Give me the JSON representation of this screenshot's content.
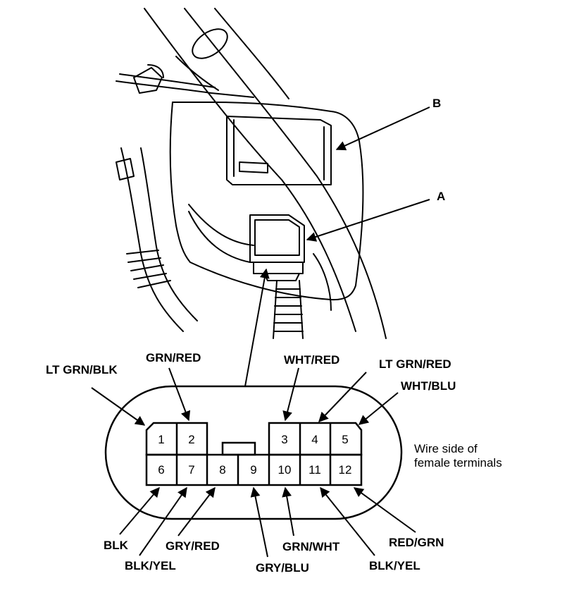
{
  "callouts": {
    "a": "A",
    "b": "B"
  },
  "connector": {
    "pins_top": [
      "1",
      "2",
      "3",
      "4",
      "5"
    ],
    "pins_bottom": [
      "6",
      "7",
      "8",
      "9",
      "10",
      "11",
      "12"
    ]
  },
  "wires": {
    "p1": "LT GRN/BLK",
    "p2": "GRN/RED",
    "p3": "WHT/RED",
    "p4": "LT GRN/RED",
    "p5": "WHT/BLU",
    "p6": "BLK",
    "p7": "BLK/YEL",
    "p8": "GRY/RED",
    "p9": "GRY/BLU",
    "p10": "GRN/WHT",
    "p11": "BLK/YEL",
    "p12": "RED/GRN"
  },
  "note": {
    "line1": "Wire side of",
    "line2": "female terminals"
  }
}
